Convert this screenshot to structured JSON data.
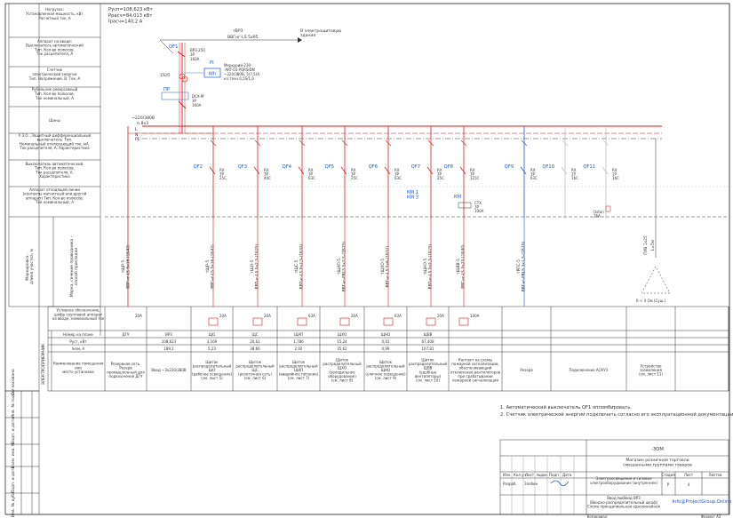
{
  "header": {
    "power_params": "Русп=108,623 кВт\nРрасч=84,013 кВт\nIрасч=140,2 А",
    "ref_note": "В электрощитовую\nздания",
    "input_cable_code": "тВРЗ",
    "input_cable": "ВВГнг-LS 5х95"
  },
  "left_table": [
    "Нагрузка:\nУстановленная мощность, кВт\nРасчетный ток, А",
    "Аппарат на вводе:\nВыключатель автоматический\nТип. Кол-во полюсов.\nТок расцепителя, А",
    "Счетчик\nэлектрической энергии\nТип. Напряжение, В. Ток, А",
    "Рубильник реверсивный\nТип. Кол-во полюсов.\nТок номинальный, А",
    "Шины",
    "У.З.О. ,Защитный дифференциальный\nвыключатель. Тип.\nНоминальный отключающий ток, мА.\nТок расцепителя, А. Характеристика",
    "Выключатель автоматический.\nТип. Кол-во полюсов.\nТок расцепителя, А.\nХарактеристика",
    "Аппарат отходящей линии\n(контакты магнитный или другой\nаппарат) Тип. Кол-во полюсов.\nТок номинальный, А",
    "Марка, сечение проводника -\nспособ прокладки"
  ],
  "left_table_extra": "Маркировка -\nдлина участка, м",
  "input_devices": {
    "qf1_label": "QF1",
    "qf1_spec": "ВРЗ-250\n3Р\n160А",
    "tt_label": "150/5",
    "meter_label": "PI",
    "meter_symbol": "Wh",
    "meter_spec": "Меркурий-230-\n-ART-03 PQRSIDN\n~220/380В, 5(7,5)А\nкл.точн.0,5S/1,0",
    "switch_label": "ПР",
    "switch_spec": "DCX-M\n3Р\n160А",
    "bus_voltage": "~220/380В",
    "bus_size": "п.8х3",
    "bus_l": "L",
    "bus_n": "N",
    "bus_pe": "PE"
  },
  "circuits": [
    {
      "qf": "QF2",
      "spec": "RX\n3Р\n25С",
      "cable": "тЩР-5\nВВГнг-LS 5х16-(1Б42)",
      "ins": "20А",
      "code": "ДГУ",
      "p": "",
      "i": "",
      "name": "Резервная сеть.\nРезерв\nпромышленный для\nподключения ДГУ"
    },
    {
      "qf": "QF3",
      "spec": "RX\n3Р\n40С",
      "cable": "тЩО-5\nВВГнг-LS 5х2,5-(1Б25)",
      "ins": "20А",
      "code": "ЩО",
      "p": "3,169",
      "i": "5,23",
      "name": "Щиток\nраспределительный\nЩО\n(рабочее освещение)\n(см. лист 5)"
    },
    {
      "qf": "QF4",
      "spec": "RX\n3Р\n63С",
      "cable": "тЩС-5\nВВГнг-LS 5х2,5-(1Б32)",
      "ins": "63А",
      "code": "ЩС",
      "p": "20,61",
      "i": "38,66",
      "name": "Щиток\nраспределительный\nЩС\n(розеточная сеть)\n(см. лист 6)"
    },
    {
      "qf": "QF5",
      "spec": "RX\n3Р\n25С",
      "cable": "тЩАП-5\nВВГнг-FRLS 5х2,5-(1Б25)",
      "ins": "20А",
      "code": "ЩАП",
      "p": "1,786",
      "i": "2,92",
      "name": "Щиток\nраспределительный\nЩАП\n(аварийное питание)\n(см. лист 7)"
    },
    {
      "qf": "QF6",
      "spec": "RX\n3Р\n63С",
      "cable": "тЩХО-5\nВВГнг-LS 5х6-(1Б32)",
      "ins": "63А",
      "code": "ЩХО",
      "p": "15,24",
      "i": "35,62",
      "name": "Щиток\nраспределительный\nЩХО\n(холодильное\nоборудование)\n(см. лист 8)"
    },
    {
      "qf": "QF7",
      "spec": "RX\n3Р\n25С",
      "cable": "тЩНО-5\nВВГнг-LS 5х2,5-(1Б25)",
      "ins": "20А",
      "code": "ЩНО",
      "p": "0,41",
      "i": "0,99",
      "name": "Щиток\nраспределительный\nЩНО\n(уличное освещение)\n(см. лист 9)"
    },
    {
      "qf": "QF8",
      "spec": "RX\n3Р\n125С",
      "cable": "тЩВВ-5\nВВГнг-LS 5х25-(1Б40)",
      "ins": "100А",
      "code": "ЩВВ",
      "p": "67,408",
      "i": "107,81",
      "name": "Щиток\nраспределительный\nЩВВ\n(удобные\nвентиляторы)\n(см. лист 10)"
    },
    {
      "qf": "QF9",
      "spec": "RX\n3Р\n63С",
      "cable": "тРПС-5\nВВГнг-FRLS 3х1,5-(1Б20)",
      "ins": "",
      "code": "",
      "p": "",
      "i": "",
      "name": "Контакт на схемы\nпожарной сигнализации,\nобеспечивающий\nотключение вентиляторов\nпри срабатывании\nпожарной сигнализации"
    },
    {
      "qf": "QF10",
      "spec": "RX\n1Р\n16С",
      "cable": "",
      "ins": "",
      "code": "",
      "p": "",
      "i": "",
      "name": "Резерв"
    },
    {
      "qf": "QF11",
      "spec": "RX\n1Р\n16С",
      "cable": "",
      "ins": "",
      "code": "",
      "p": "",
      "i": "",
      "name": "Подключение АСКУЭ"
    },
    {
      "qf": "",
      "spec": "",
      "cable": "",
      "ins": "",
      "code": "",
      "p": "",
      "i": "",
      "name": "Устройство\nзаземления\n(см. лист 11)"
    }
  ],
  "km_labels": {
    "km1": "КМ 1\nКМ 3",
    "km2": "КМ",
    "ctx": "CTX\n3Р\n100А",
    "qf11_relay": "Ostan\n16А"
  },
  "ground": {
    "code": "ПУВ 1х25",
    "len": "L=5м",
    "r": "R < 4 Ом (Сущ.)"
  },
  "bottom_table": {
    "row_headers": [
      "Условное обозначение,\nшифр групповой аппарат\nна вводе, номинальный ток",
      "Номер на плане",
      "Руст, кВт",
      "Iном, А",
      "Наименование помещения\nили\nместо установки"
    ],
    "vertical_label": "ЭЛЕКТРОПРИЕМНИК",
    "totals": {
      "code": "ВРЗ",
      "p": "108,623",
      "i": "189,1",
      "name": "Ввод ~3х220/380В"
    }
  },
  "notes": [
    "1. Автоматический выключатель QF1 опломбировать.",
    "2. Счетчик электрической энергии подключить согласно его эксплуатационной документации."
  ],
  "side_stamp": [
    "Инв. № подл.",
    "Подп. и дата",
    "Взам. инв. №",
    "Подп. и дата",
    "Инв. № дубл.",
    "Согласовано"
  ],
  "title_block": {
    "doc_code": "-ЗОМ",
    "object": "Магазин розничной торговли\nсмешанными группами товаров",
    "cols": [
      "Изм.",
      "Кол.уч.",
      "Лист",
      "№док.",
      "Подп.",
      "Дата"
    ],
    "role": "Разраб.",
    "person": "Злобин",
    "section": "Электроосвещение и силовое\nэлектрооборудование (внутреннее)",
    "stage_hdr": [
      "Стадия",
      "Лист",
      "Листов"
    ],
    "stage": [
      "Р",
      "4",
      ""
    ],
    "sheet_title": "Ввод №вВвод ВРЗ\n(Вводно-распределительный щкаф)\nСхема принципиальная однолинейная",
    "org": "Info@ProjectGroup.Online",
    "copied": "Копировал",
    "format": "Формат А2"
  },
  "colors": {
    "red": "#d91c1c",
    "blue": "#1a56c8",
    "grid": "#333333"
  }
}
